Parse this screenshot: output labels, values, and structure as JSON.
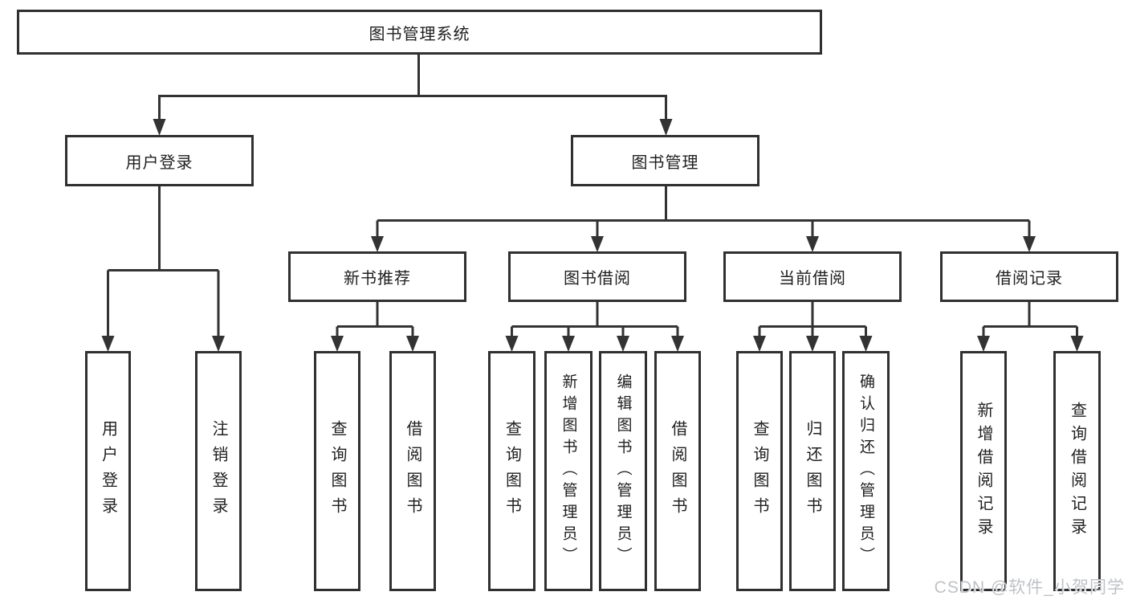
{
  "tree": {
    "root": "图书管理系统",
    "children": [
      {
        "label": "用户登录",
        "children": [
          "用户登录",
          "注销登录"
        ]
      },
      {
        "label": "图书管理",
        "children": [
          {
            "label": "新书推荐",
            "children": [
              "查询图书",
              "借阅图书"
            ]
          },
          {
            "label": "图书借阅",
            "children": [
              "查询图书",
              "新增图书（管理员）",
              "编辑图书（管理员）",
              "借阅图书"
            ]
          },
          {
            "label": "当前借阅",
            "children": [
              "查询图书",
              "归还图书",
              "确认归还（管理员）"
            ]
          },
          {
            "label": "借阅记录",
            "children": [
              "新增借阅记录",
              "查询借阅记录"
            ]
          }
        ]
      }
    ]
  },
  "watermark": "CSDN @软件_小贺同学",
  "colors": {
    "line": "#333333",
    "text": "#1f1f1f",
    "background": "#ffffff",
    "watermark": "#bfc2c6"
  }
}
